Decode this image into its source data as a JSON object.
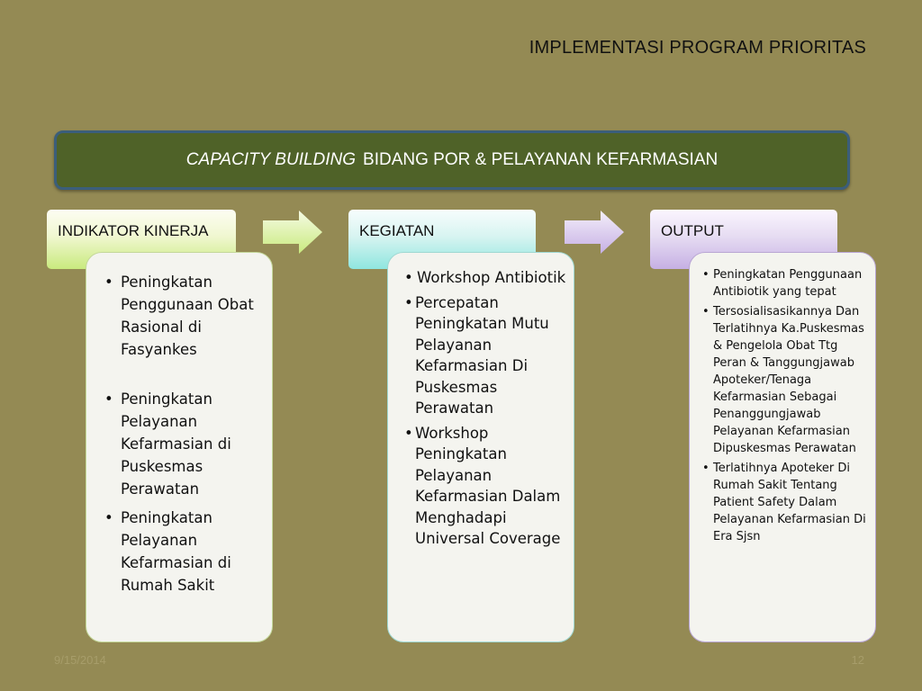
{
  "slide": {
    "title": "IMPLEMENTASI PROGRAM PRIORITAS",
    "footer_date": "9/15/2014",
    "page_number": "12"
  },
  "banner": {
    "emphasis": "CAPACITY BUILDING",
    "text": "BIDANG  POR & PELAYANAN KEFARMASIAN"
  },
  "columns": [
    {
      "header": "INDIKATOR KINERJA",
      "items": [
        "Peningkatan Penggunaan Obat Rasional di Fasyankes",
        "Peningkatan Pelayanan Kefarmasian di Puskesmas Perawatan",
        "Peningkatan Pelayanan Kefarmasian di Rumah Sakit"
      ]
    },
    {
      "header": "KEGIATAN",
      "items": [
        "Workshop Antibiotik",
        "Percepatan Peningkatan Mutu Pelayanan Kefarmasian Di Puskesmas Perawatan",
        "Workshop Peningkatan Pelayanan Kefarmasian Dalam Menghadapi Universal Coverage"
      ]
    },
    {
      "header": "OUTPUT",
      "items": [
        "Peningkatan Penggunaan Antibiotik yang tepat",
        "Tersosialisasikannya Dan Terlatihnya Ka.Puskesmas & Pengelola Obat  Ttg Peran & Tanggungjawab Apoteker/Tenaga Kefarmasian Sebagai Penanggungjawab Pelayanan Kefarmasian Dipuskesmas Perawatan",
        "Terlatihnya Apoteker Di Rumah Sakit Tentang Patient Safety Dalam Pelayanan Kefarmasian Di Era Sjsn"
      ]
    }
  ],
  "colors": {
    "background": "#948a54",
    "banner_fill": "#4f6228",
    "banner_border": "#3b5e7a",
    "arrow_green": "#c9ea7e",
    "arrow_purple": "#c6b0e4"
  }
}
